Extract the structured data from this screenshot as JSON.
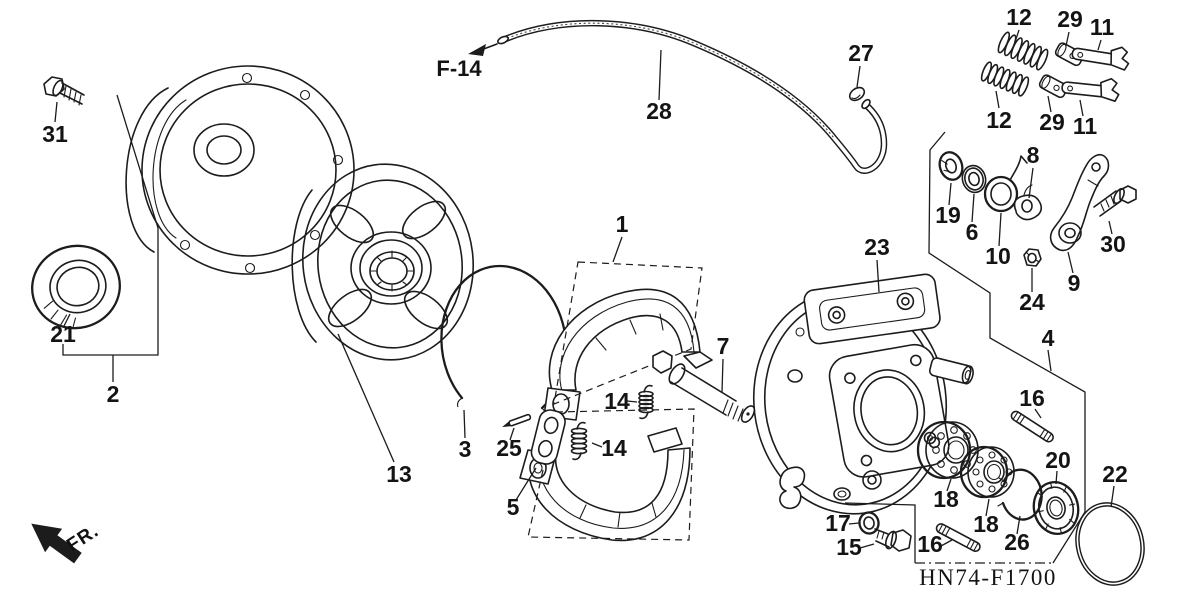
{
  "diagram": {
    "code": "HN74-F1700",
    "section_ref": "F-14",
    "front_marker": "FR."
  },
  "callouts": [
    "31",
    "28",
    "27",
    "12",
    "29",
    "11",
    "12",
    "29",
    "11",
    "8",
    "19",
    "6",
    "10",
    "24",
    "9",
    "30",
    "23",
    "1",
    "7",
    "2",
    "21",
    "13",
    "3",
    "25",
    "5",
    "14",
    "14",
    "4",
    "16",
    "16",
    "18",
    "18",
    "26",
    "20",
    "22",
    "17",
    "15"
  ]
}
